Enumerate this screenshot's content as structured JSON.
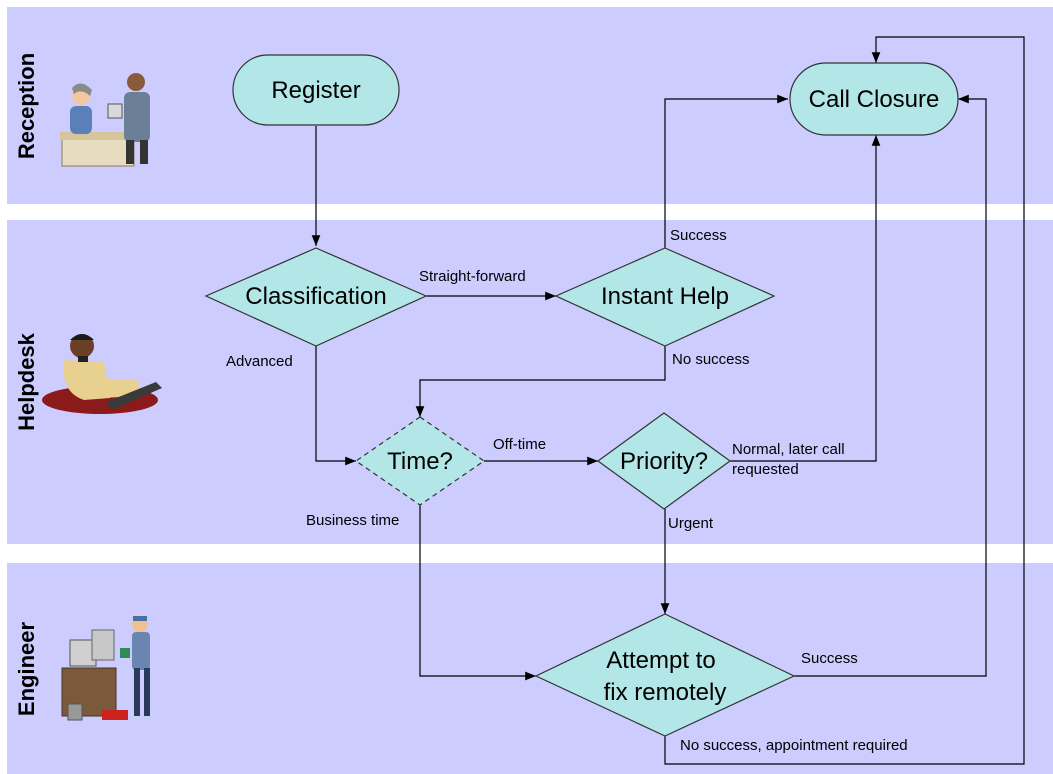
{
  "lanes": {
    "reception": "Reception",
    "helpdesk": "Helpdesk",
    "engineer": "Engineer"
  },
  "nodes": {
    "register": "Register",
    "call_closure": "Call Closure",
    "classification": "Classification",
    "instant_help": "Instant Help",
    "time": "Time?",
    "priority": "Priority?",
    "attempt_line1": "Attempt to",
    "attempt_line2": "fix remotely"
  },
  "edge_labels": {
    "straight_forward": "Straight-forward",
    "success_instant": "Success",
    "advanced": "Advanced",
    "no_success_instant": "No success",
    "off_time": "Off-time",
    "normal_line1": "Normal, later call",
    "normal_line2": "requested",
    "business_time": "Business time",
    "urgent": "Urgent",
    "success_attempt": "Success",
    "no_success_appointment": "No success, appointment required"
  },
  "colors": {
    "lane_background": "#ccccff",
    "node_fill": "#b3e6e6",
    "node_stroke": "#333333",
    "edge": "#000000"
  },
  "icons": {
    "reception": "receptionist-clipart-icon",
    "helpdesk": "helpdesk-operator-clipart-icon",
    "engineer": "engineer-clipart-icon"
  }
}
